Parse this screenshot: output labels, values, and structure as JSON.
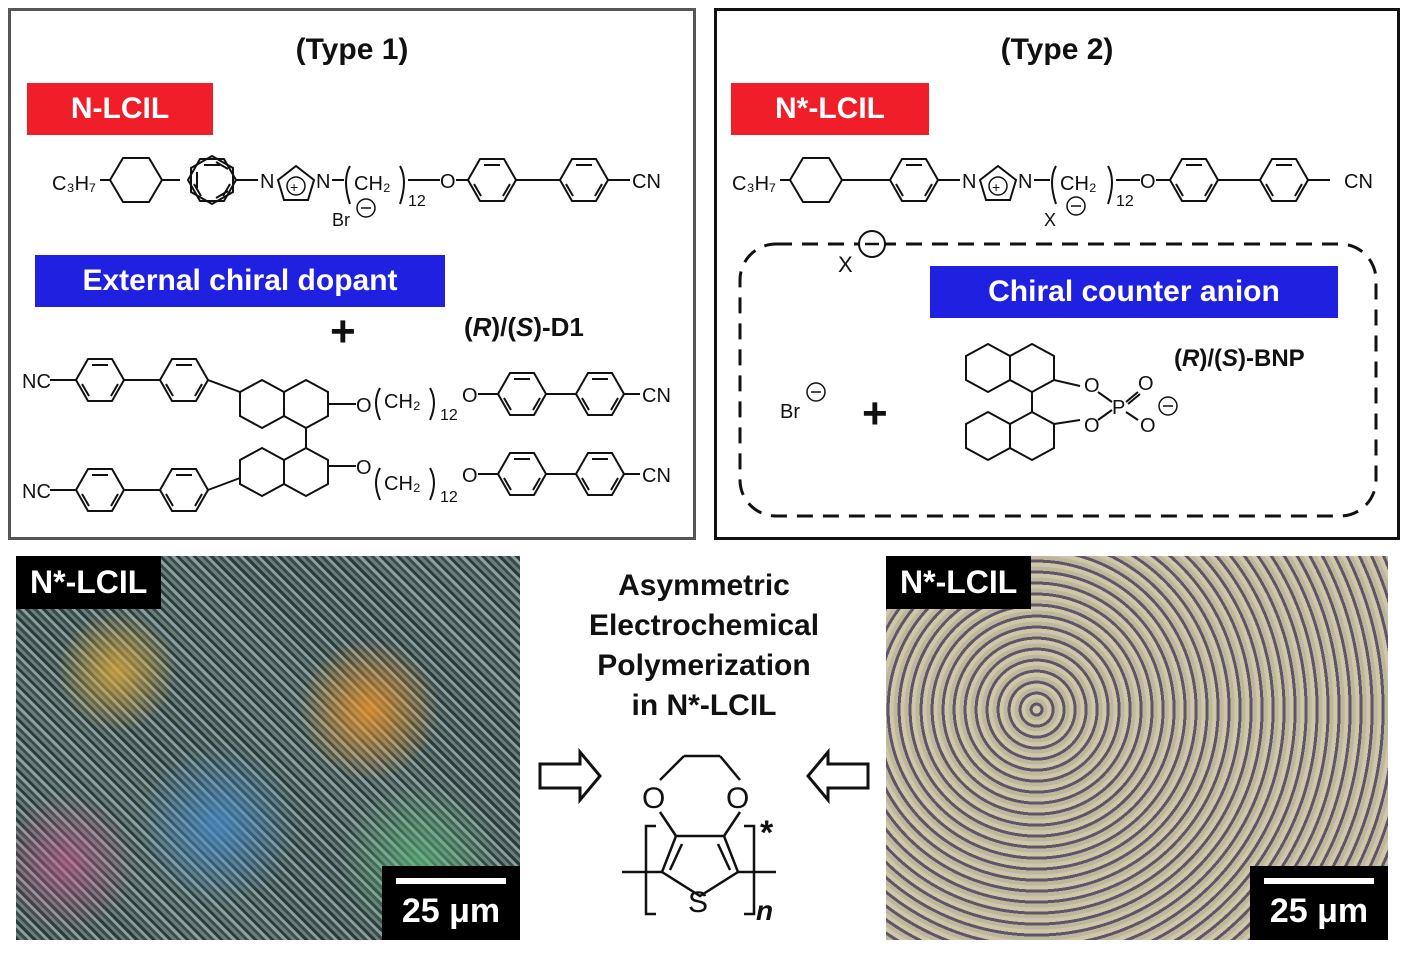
{
  "type1": {
    "title": "(Type 1)",
    "tag_nlcil": "N-LCIL",
    "tag_dopant": "External chiral dopant",
    "plus": "+",
    "dopant_name_R": "R",
    "dopant_name_sep": ")/(",
    "dopant_name_S": "S",
    "dopant_name_suffix": ")-D1"
  },
  "type2": {
    "title": "(Type 2)",
    "tag_nlcil": "N*-LCIL",
    "tag_anion": "Chiral counter anion",
    "plus": "+",
    "anion_x": "X",
    "br_label": "Br",
    "bnp_name_R": "R",
    "bnp_name_S": "S",
    "bnp_name_suffix": ")-BNP"
  },
  "chem_labels": {
    "c3h7": "C₃H₇",
    "cn": "CN",
    "nc": "NC",
    "n": "N",
    "o": "O",
    "p": "P",
    "s": "S",
    "ch2": "CH₂",
    "sub12": "12",
    "br": "Br",
    "x": "X",
    "n_italic": "n",
    "asterisk": "*"
  },
  "micrographs": {
    "left_label": "N*-LCIL",
    "right_label": "N*-LCIL",
    "scale_left": "25 μm",
    "scale_right": "25 μm"
  },
  "center": {
    "line1": "Asymmetric",
    "line2": "Electrochemical",
    "line3": "Polymerization",
    "line4": "in N*-LCIL"
  },
  "colors": {
    "red_tag": "#f01e28",
    "blue_tag": "#2020e0",
    "border": "#333333"
  }
}
